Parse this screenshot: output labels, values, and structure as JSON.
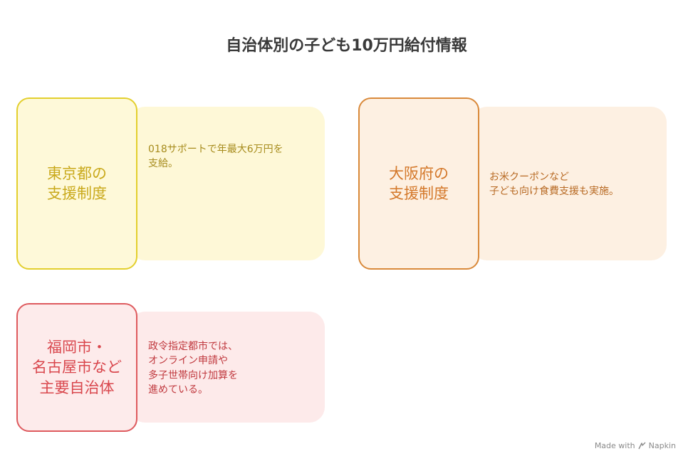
{
  "title": "自治体別の子ども10万円給付情報",
  "cards": [
    {
      "label": "東京都の\n支援制度",
      "description": "018サポートで年最大6万円を\n支給。"
    },
    {
      "label": "大阪府の\n支援制度",
      "description": "お米クーポンなど\n子ども向け食費支援も実施。"
    },
    {
      "label": "福岡市・\n名古屋市など\n主要自治体",
      "description": "政令指定都市では、\nオンライン申請や\n多子世帯向け加算を\n進めている。"
    }
  ],
  "footer": {
    "made_with": "Made with",
    "brand": "Napkin",
    "icon": "napkin-logo-icon"
  },
  "colors": {
    "tokyo_border": "#e3cf2d",
    "osaka_border": "#d9893a",
    "fukuoka_border": "#de5a5e"
  }
}
